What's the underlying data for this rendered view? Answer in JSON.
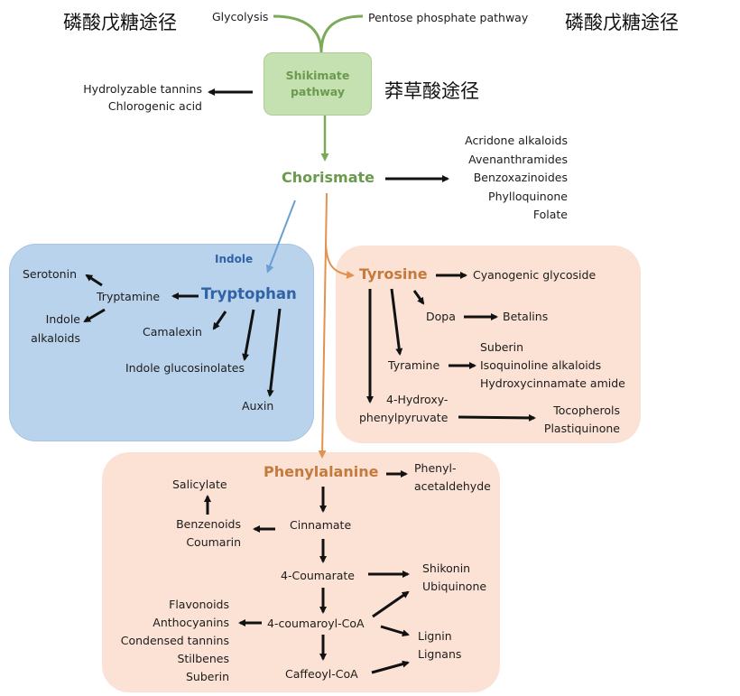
{
  "annotations": {
    "ppp_left_cn": "磷酸戊糖途径",
    "ppp_right_cn": "磷酸戊糖途径",
    "shikimate_cn": "莽草酸途径"
  },
  "inputs": {
    "glycolysis": "Glycolysis",
    "pentose": "Pentose phosphate pathway"
  },
  "shikimate": {
    "line1": "Shikimate",
    "line2": "pathway"
  },
  "shikimate_products": [
    "Hydrolyzable tannins",
    "Chlorogenic acid"
  ],
  "chorismate": {
    "label": "Chorismate",
    "products": [
      "Acridone alkaloids",
      "Avenanthramides",
      "Benzoxazinoides",
      "Phylloquinone",
      "Folate"
    ]
  },
  "tryptophan_box": {
    "indole": "Indole",
    "tryptophan": "Tryptophan",
    "tryptamine": "Tryptamine",
    "serotonin": "Serotonin",
    "indole_alkaloids": [
      "Indole",
      "alkaloids"
    ],
    "camalexin": "Camalexin",
    "indole_glucosinolates": "Indole glucosinolates",
    "auxin": "Auxin"
  },
  "tyrosine_box": {
    "tyrosine": "Tyrosine",
    "cyanogenic": "Cyanogenic glycoside",
    "dopa": "Dopa",
    "betalins": "Betalins",
    "tyramine": "Tyramine",
    "tyramine_products": [
      "Suberin",
      "Isoquinoline alkaloids",
      "Hydroxycinnamate amide"
    ],
    "hpp": [
      "4-Hydroxy-",
      "phenylpyruvate"
    ],
    "hpp_products": [
      "Tocopherols",
      "Plastiquinone"
    ]
  },
  "phenylalanine_box": {
    "phenylalanine": "Phenylalanine",
    "phenylacetaldehyde": [
      "Phenyl-",
      "acetaldehyde"
    ],
    "salicylate": "Salicylate",
    "benzenoids": [
      "Benzenoids",
      "Coumarin"
    ],
    "cinnamate": "Cinnamate",
    "coumarate": "4-Coumarate",
    "shikonin": [
      "Shikonin",
      "Ubiquinone"
    ],
    "coumaroyl_coa": "4-coumaroyl-CoA",
    "flavonoids": [
      "Flavonoids",
      "Anthocyanins",
      "Condensed tannins",
      "Stilbenes",
      "Suberin"
    ],
    "lignin": [
      "Lignin",
      "Lignans"
    ],
    "caffeoyl_coa": "Caffeoyl-CoA"
  },
  "colors": {
    "shikimate_green": "#6a9a4d",
    "shikimate_box": "#c5e0b1",
    "tryptophan_blue": "#2f62a6",
    "blue_box": "#bad3ec",
    "aromatic_orange": "#c47a3d",
    "orange_box": "#fbe2d4",
    "indole_arrow": "#6a9fd4"
  }
}
